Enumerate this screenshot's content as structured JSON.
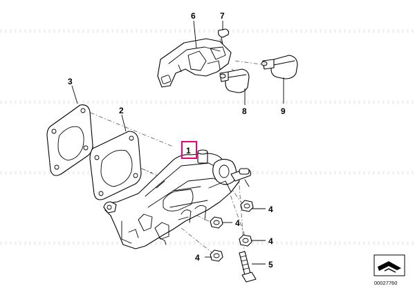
{
  "diagram": {
    "callouts": [
      {
        "id": "c1",
        "label": "1"
      },
      {
        "id": "c2",
        "label": "2"
      },
      {
        "id": "c3",
        "label": "3"
      },
      {
        "id": "c4a",
        "label": "4"
      },
      {
        "id": "c4b",
        "label": "4"
      },
      {
        "id": "c4c",
        "label": "4"
      },
      {
        "id": "c4d",
        "label": "4"
      },
      {
        "id": "c5",
        "label": "5"
      },
      {
        "id": "c6",
        "label": "6"
      },
      {
        "id": "c7",
        "label": "7"
      },
      {
        "id": "c8",
        "label": "8"
      },
      {
        "id": "c9",
        "label": "9"
      }
    ],
    "highlight_color": "#e8007a",
    "part_number": "00027760"
  }
}
